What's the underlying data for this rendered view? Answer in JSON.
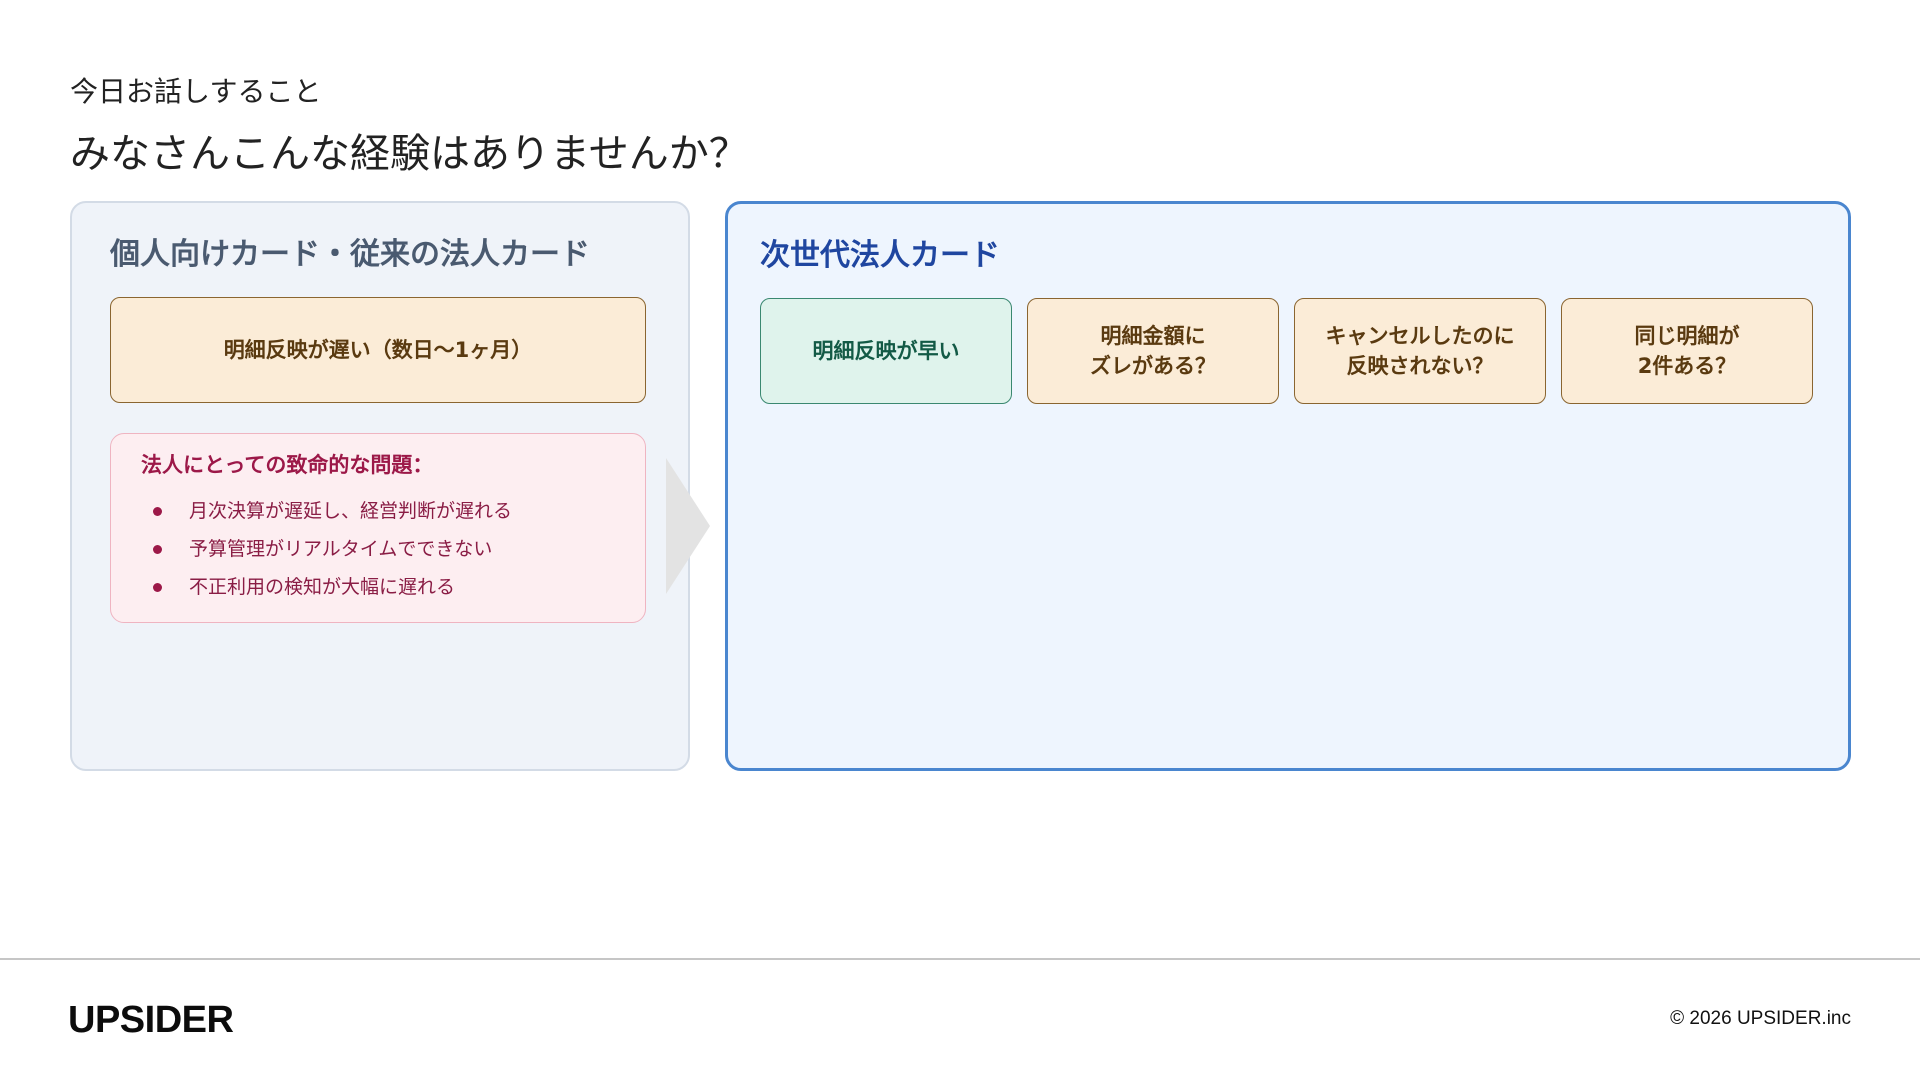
{
  "header": {
    "subtitle": "今日お話しすること",
    "title": "みなさんこんな経験はありませんか？"
  },
  "left_panel": {
    "title": "個人向けカード・従来の法人カード",
    "tag": "明細反映が遅い（数日〜1ヶ月）",
    "problem": {
      "title": "法人にとっての致命的な問題：",
      "items": [
        "月次決算が遅延し、経営判断が遅れる",
        "予算管理がリアルタイムでできない",
        "不正利用の検知が大幅に遅れる"
      ]
    }
  },
  "right_panel": {
    "title": "次世代法人カード",
    "tags": [
      "明細反映が早い",
      "明細金額に\nズレがある？",
      "キャンセルしたのに\n反映されない？",
      "同じ明細が\n2件ある？"
    ]
  },
  "footer": {
    "logo": "UPSIDER",
    "copyright": "© 2026 UPSIDER.inc"
  },
  "colors": {
    "left_panel_bg": "#eff3f9",
    "right_panel_border": "#4a86cf",
    "warn_tag_bg": "#fbecd7",
    "good_tag_bg": "#dff3ec",
    "problem_accent": "#9c1848"
  }
}
